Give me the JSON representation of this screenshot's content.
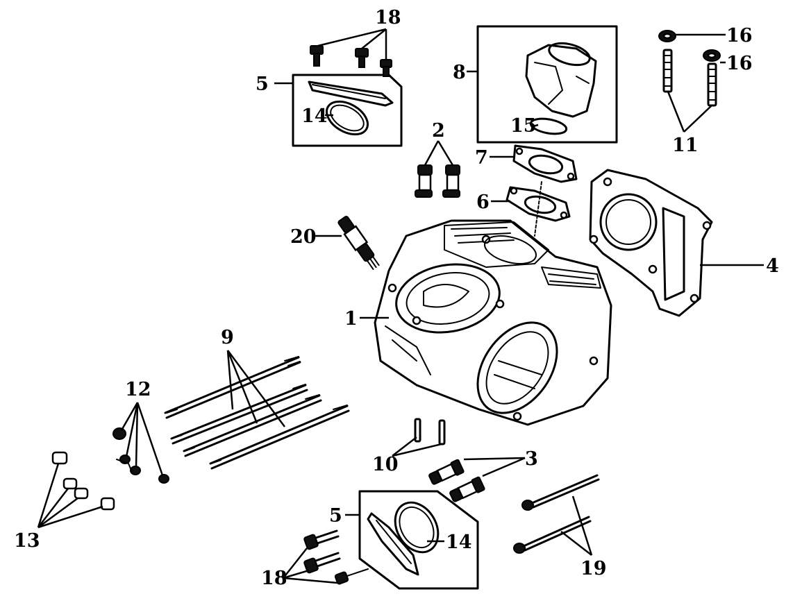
{
  "diagram": {
    "callouts": {
      "c1": "1",
      "c2": "2",
      "c3": "3",
      "c4": "4",
      "c5_top": "5",
      "c5_bottom": "5",
      "c6": "6",
      "c7": "7",
      "c8": "8",
      "c9": "9",
      "c10": "10",
      "c11": "11",
      "c12": "12",
      "c13": "13",
      "c14_top": "14",
      "c14_bottom": "14",
      "c15": "15",
      "c16_a": "16",
      "c16_b": "16",
      "c18_top": "18",
      "c18_bottom": "18",
      "c19": "19",
      "c20": "20"
    }
  }
}
